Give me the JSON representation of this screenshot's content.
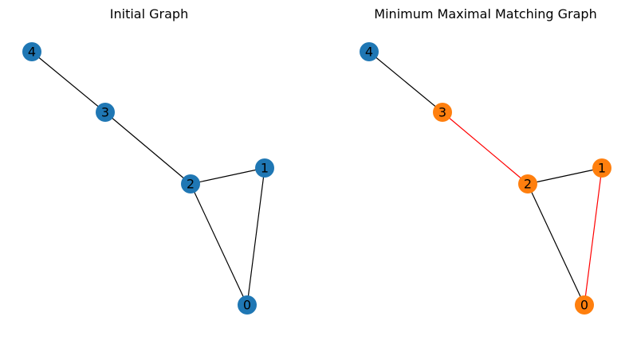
{
  "panels": [
    {
      "title": "Initial Graph",
      "node_color": "#1f77b4",
      "nodes": [
        "0",
        "1",
        "2",
        "3",
        "4"
      ],
      "edges": [
        {
          "from": "4",
          "to": "3",
          "color": "#000000"
        },
        {
          "from": "3",
          "to": "2",
          "color": "#000000"
        },
        {
          "from": "2",
          "to": "1",
          "color": "#000000"
        },
        {
          "from": "2",
          "to": "0",
          "color": "#000000"
        },
        {
          "from": "1",
          "to": "0",
          "color": "#000000"
        }
      ]
    },
    {
      "title": "Minimum Maximal Matching Graph",
      "nodes": [
        "0",
        "1",
        "2",
        "3",
        "4"
      ],
      "node_colors": {
        "0": "#ff7f0e",
        "1": "#ff7f0e",
        "2": "#ff7f0e",
        "3": "#ff7f0e",
        "4": "#1f77b4"
      },
      "edges": [
        {
          "from": "4",
          "to": "3",
          "color": "#000000"
        },
        {
          "from": "3",
          "to": "2",
          "color": "#ff0000"
        },
        {
          "from": "2",
          "to": "1",
          "color": "#000000"
        },
        {
          "from": "2",
          "to": "0",
          "color": "#000000"
        },
        {
          "from": "1",
          "to": "0",
          "color": "#ff0000"
        }
      ]
    }
  ]
}
